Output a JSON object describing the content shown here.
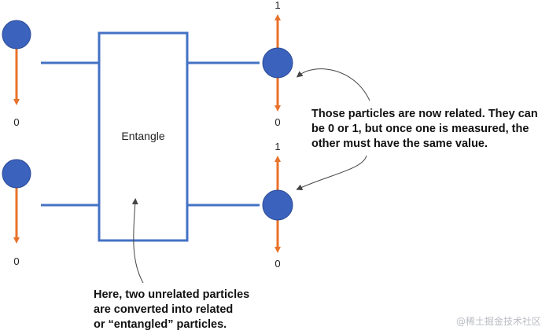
{
  "diagram": {
    "gate_label": "Entangle",
    "inputs": [
      {
        "value_label": "0"
      },
      {
        "value_label": "0"
      }
    ],
    "outputs": [
      {
        "top_label": "1",
        "bottom_label": "0"
      },
      {
        "top_label": "1",
        "bottom_label": "0"
      }
    ],
    "notes": {
      "related": [
        "Those particles are now related. They can",
        "be 0 or 1, but once one is measured, the",
        "other must have the same value."
      ],
      "entangled": [
        "Here, two unrelated particles",
        "are converted into related",
        "or “entangled” particles."
      ]
    },
    "watermark": "@稀土掘金技术社区",
    "colors": {
      "particle": "#3b62bd",
      "wire": "#4472c4",
      "arrow": "#e8722a",
      "callout": "#555555"
    }
  }
}
